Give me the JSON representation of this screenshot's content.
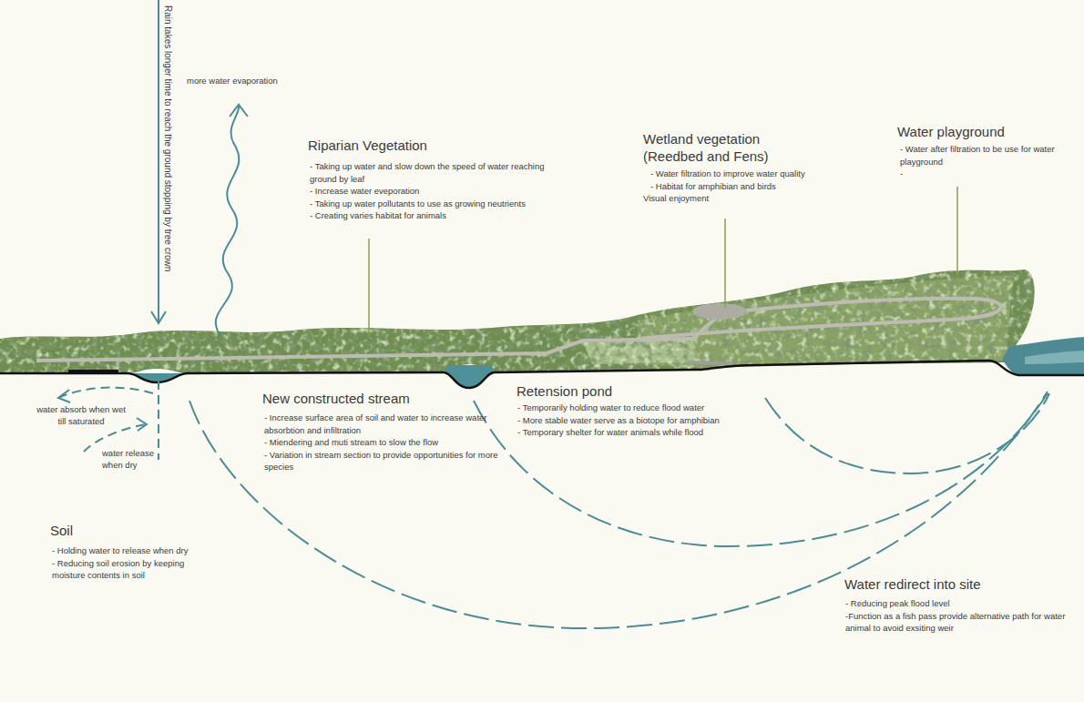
{
  "diagram": {
    "labels": [
      "Rain takes longer time to reach the ground stopping by tree crown",
      "more water evaporation",
      "Riparian Vegetation",
      "- Taking up water and slow down the speed of water reaching ground by leaf",
      "- Increase water eveporation",
      "- Taking up water pollutants to use as growing neutrients",
      "- Creating varies habitat for animals",
      "Wetland vegetation (Reedbed and Fens)",
      "- Water filtration to improve water quality",
      "- Habitat for amphibian and birds",
      "Visual enjoyment",
      "Water playground",
      "- Water after filtration to be use for water playground",
      "-",
      "New constructed stream",
      "- Increase surface area of soil and water to increase water absorbtion and infiltration",
      "- Miendering and muti stream to slow the flow",
      "- Variation in stream section to provide opportunities for more species",
      "Retension pond",
      "- Temporarily holding water to reduce flood water",
      "- More stable water serve as a biotope for amphibian",
      "- Temporary shelter for water animals while flood",
      "water absorb when wet till saturated",
      "water release when dry",
      "Soil",
      "- Holding water to release when dry",
      "- Reducing soil erosion by keeping moisture contents in soil",
      "Water redirect into site",
      "- Reducing peak flood level",
      "-Function as a fish pass provide alternative path for water animal to avoid exsiting weir"
    ]
  }
}
